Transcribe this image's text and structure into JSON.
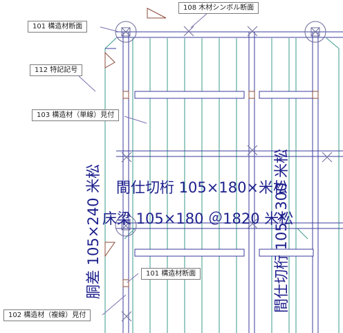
{
  "callouts": {
    "c101_top": "101 構造材断面",
    "c108": "108 木材シンボル断面",
    "c112": "112 特記記号",
    "c103": "103 構造材（単線）見付",
    "c101_bottom": "101 構造材断面",
    "c102": "102 構造材（複線）見付"
  },
  "annotations": {
    "beam_top": "間仕切桁 105×180×米松",
    "floor_beam": "床梁 105×180 ＠1820 米松",
    "tie_beam_vertical": "胴差 105×240 米松",
    "right_beam_vertical": "間仕切桁 105×300 米松"
  },
  "colors": {
    "frame": "#3b3b9e",
    "column": "#3a9a8a",
    "annotation_text": "#1c1f8c",
    "column_section": "#8a4a3a",
    "callout_border": "#7b7b7b"
  }
}
